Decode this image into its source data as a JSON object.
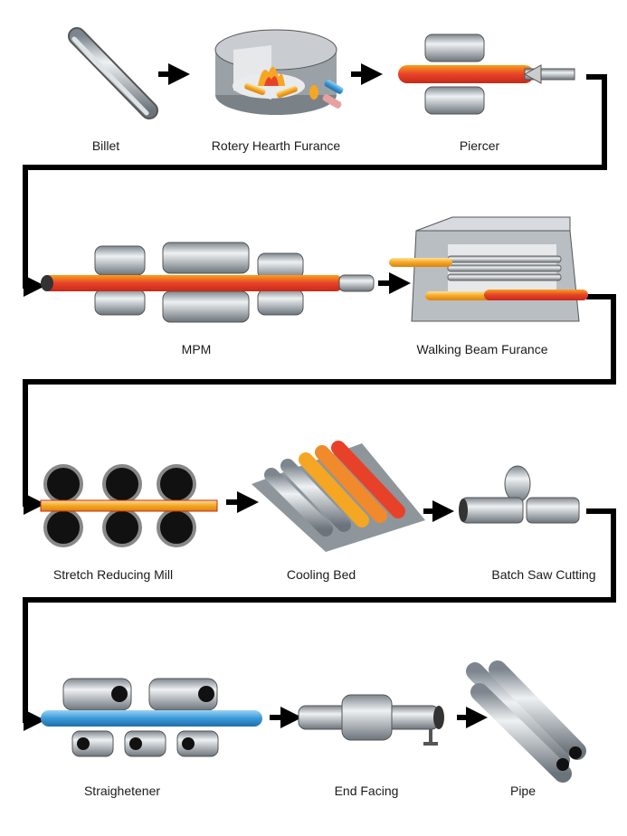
{
  "steps": [
    {
      "label": "Billet"
    },
    {
      "label": "Rotery Hearth Furance"
    },
    {
      "label": "Piercer"
    },
    {
      "label": "MPM"
    },
    {
      "label": "Walking Beam Furance"
    },
    {
      "label": "Stretch Reducing Mill"
    },
    {
      "label": "Cooling Bed"
    },
    {
      "label": "Batch Saw Cutting"
    },
    {
      "label": "Straighetener"
    },
    {
      "label": "End Facing"
    },
    {
      "label": "Pipe"
    }
  ],
  "colors": {
    "hot": "#e8412a",
    "warm": "#f5a623",
    "cool": "#3a9ad9",
    "steel": "#b8bec4",
    "connector": "#000000"
  }
}
